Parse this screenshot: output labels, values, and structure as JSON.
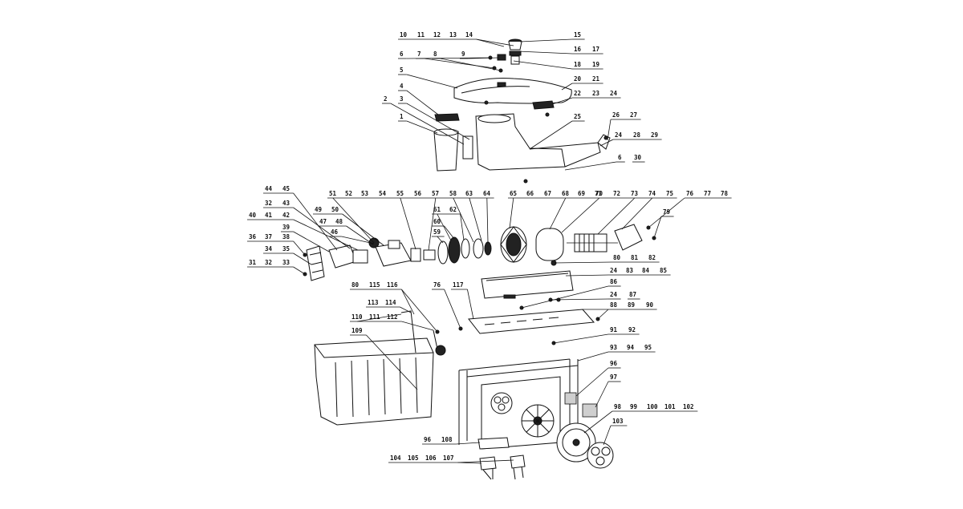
{
  "diagram": {
    "labels": [
      {
        "id": "l10",
        "text": "10"
      },
      {
        "id": "l11",
        "text": "11"
      },
      {
        "id": "l12",
        "text": "12"
      },
      {
        "id": "l13",
        "text": "13"
      },
      {
        "id": "l14",
        "text": "14"
      },
      {
        "id": "l15",
        "text": "15"
      },
      {
        "id": "l16",
        "text": "16"
      },
      {
        "id": "l17",
        "text": "17"
      },
      {
        "id": "l6a",
        "text": "6"
      },
      {
        "id": "l7",
        "text": "7"
      },
      {
        "id": "l8",
        "text": "8"
      },
      {
        "id": "l9",
        "text": "9"
      },
      {
        "id": "l18",
        "text": "18"
      },
      {
        "id": "l19",
        "text": "19"
      },
      {
        "id": "l5",
        "text": "5"
      },
      {
        "id": "l20",
        "text": "20"
      },
      {
        "id": "l21",
        "text": "21"
      },
      {
        "id": "l4",
        "text": "4"
      },
      {
        "id": "l22",
        "text": "22"
      },
      {
        "id": "l23",
        "text": "23"
      },
      {
        "id": "l24a",
        "text": "24"
      },
      {
        "id": "l2",
        "text": "2"
      },
      {
        "id": "l3",
        "text": "3"
      },
      {
        "id": "l26",
        "text": "26"
      },
      {
        "id": "l27",
        "text": "27"
      },
      {
        "id": "l25",
        "text": "25"
      },
      {
        "id": "l1",
        "text": "1"
      },
      {
        "id": "l24b",
        "text": "24"
      },
      {
        "id": "l28",
        "text": "28"
      },
      {
        "id": "l29",
        "text": "29"
      },
      {
        "id": "l6b",
        "text": "6"
      },
      {
        "id": "l30",
        "text": "30"
      },
      {
        "id": "l44",
        "text": "44"
      },
      {
        "id": "l45",
        "text": "45"
      },
      {
        "id": "l51",
        "text": "51"
      },
      {
        "id": "l52",
        "text": "52"
      },
      {
        "id": "l53",
        "text": "53"
      },
      {
        "id": "l54",
        "text": "54"
      },
      {
        "id": "l55",
        "text": "55"
      },
      {
        "id": "l56",
        "text": "56"
      },
      {
        "id": "l57",
        "text": "57"
      },
      {
        "id": "l58",
        "text": "58"
      },
      {
        "id": "l63",
        "text": "63"
      },
      {
        "id": "l64",
        "text": "64"
      },
      {
        "id": "l65",
        "text": "65"
      },
      {
        "id": "l66",
        "text": "66"
      },
      {
        "id": "l67",
        "text": "67"
      },
      {
        "id": "l68",
        "text": "68"
      },
      {
        "id": "l69",
        "text": "69"
      },
      {
        "id": "l70",
        "text": "70"
      },
      {
        "id": "l71",
        "text": "71"
      },
      {
        "id": "l72",
        "text": "72"
      },
      {
        "id": "l73",
        "text": "73"
      },
      {
        "id": "l74",
        "text": "74"
      },
      {
        "id": "l75",
        "text": "75"
      },
      {
        "id": "l76a",
        "text": "76"
      },
      {
        "id": "l77",
        "text": "77"
      },
      {
        "id": "l78",
        "text": "78"
      },
      {
        "id": "l32a",
        "text": "32"
      },
      {
        "id": "l43",
        "text": "43"
      },
      {
        "id": "l49",
        "text": "49"
      },
      {
        "id": "l50",
        "text": "50"
      },
      {
        "id": "l61",
        "text": "61"
      },
      {
        "id": "l62",
        "text": "62"
      },
      {
        "id": "l40",
        "text": "40"
      },
      {
        "id": "l41",
        "text": "41"
      },
      {
        "id": "l42",
        "text": "42"
      },
      {
        "id": "l47",
        "text": "47"
      },
      {
        "id": "l48",
        "text": "48"
      },
      {
        "id": "l60",
        "text": "60"
      },
      {
        "id": "l79",
        "text": "79"
      },
      {
        "id": "l39",
        "text": "39"
      },
      {
        "id": "l46",
        "text": "46"
      },
      {
        "id": "l59",
        "text": "59"
      },
      {
        "id": "l36",
        "text": "36"
      },
      {
        "id": "l37",
        "text": "37"
      },
      {
        "id": "l38",
        "text": "38"
      },
      {
        "id": "l34",
        "text": "34"
      },
      {
        "id": "l35",
        "text": "35"
      },
      {
        "id": "l80a",
        "text": "80"
      },
      {
        "id": "l81",
        "text": "81"
      },
      {
        "id": "l82",
        "text": "82"
      },
      {
        "id": "l31",
        "text": "31"
      },
      {
        "id": "l32b",
        "text": "32"
      },
      {
        "id": "l33",
        "text": "33"
      },
      {
        "id": "l24c",
        "text": "24"
      },
      {
        "id": "l83",
        "text": "83"
      },
      {
        "id": "l84",
        "text": "84"
      },
      {
        "id": "l85",
        "text": "85"
      },
      {
        "id": "l80b",
        "text": "80"
      },
      {
        "id": "l115",
        "text": "115"
      },
      {
        "id": "l116",
        "text": "116"
      },
      {
        "id": "l76b",
        "text": "76"
      },
      {
        "id": "l117",
        "text": "117"
      },
      {
        "id": "l86",
        "text": "86"
      },
      {
        "id": "l24d",
        "text": "24"
      },
      {
        "id": "l87",
        "text": "87"
      },
      {
        "id": "l113",
        "text": "113"
      },
      {
        "id": "l114",
        "text": "114"
      },
      {
        "id": "l88",
        "text": "88"
      },
      {
        "id": "l89",
        "text": "89"
      },
      {
        "id": "l90",
        "text": "90"
      },
      {
        "id": "l110",
        "text": "110"
      },
      {
        "id": "l111",
        "text": "111"
      },
      {
        "id": "l112",
        "text": "112"
      },
      {
        "id": "l109",
        "text": "109"
      },
      {
        "id": "l91",
        "text": "91"
      },
      {
        "id": "l92",
        "text": "92"
      },
      {
        "id": "l93",
        "text": "93"
      },
      {
        "id": "l94",
        "text": "94"
      },
      {
        "id": "l95",
        "text": "95"
      },
      {
        "id": "l96a",
        "text": "96"
      },
      {
        "id": "l97",
        "text": "97"
      },
      {
        "id": "l98",
        "text": "98"
      },
      {
        "id": "l99",
        "text": "99"
      },
      {
        "id": "l100",
        "text": "100"
      },
      {
        "id": "l101",
        "text": "101"
      },
      {
        "id": "l102",
        "text": "102"
      },
      {
        "id": "l103",
        "text": "103"
      },
      {
        "id": "l96b",
        "text": "96"
      },
      {
        "id": "l108",
        "text": "108"
      },
      {
        "id": "l104",
        "text": "104"
      },
      {
        "id": "l105",
        "text": "105"
      },
      {
        "id": "l106",
        "text": "106"
      },
      {
        "id": "l107",
        "text": "107"
      }
    ]
  }
}
